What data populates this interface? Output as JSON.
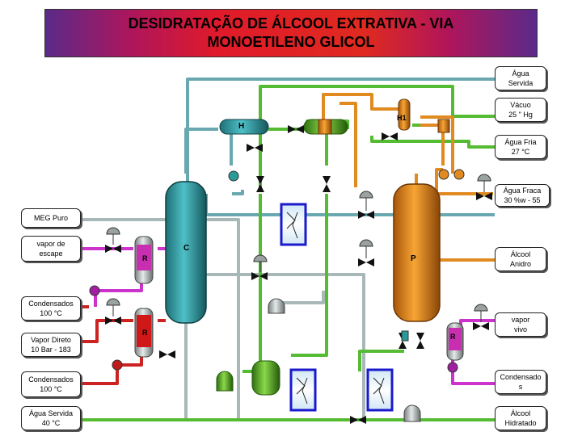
{
  "title": {
    "line1": "DESIDRATAÇÃO DE ÁLCOOL EXTRATIVA - VIA",
    "line2": "MONOETILENO GLICOL"
  },
  "left_streams": [
    {
      "id": "meg",
      "line1": "MEG Puro",
      "line2": ""
    },
    {
      "id": "vapor-escape",
      "line1": "vapor de",
      "line2": "escape"
    },
    {
      "id": "condensados-1",
      "line1": "Condensados",
      "line2": "100 °C"
    },
    {
      "id": "vapor-direto",
      "line1": "Vapor Direto",
      "line2": "10 Bar - 183"
    },
    {
      "id": "condensados-2",
      "line1": "Condensados",
      "line2": "100 °C"
    },
    {
      "id": "agua-servida-left",
      "line1": "Água Servida",
      "line2": "40 °C"
    }
  ],
  "right_streams": [
    {
      "id": "agua-servida-right",
      "line1": "Água",
      "line2": "Servida"
    },
    {
      "id": "vacuo",
      "line1": "Vácuo",
      "line2": "25 \" Hg"
    },
    {
      "id": "agua-fria",
      "line1": "Água Fria",
      "line2": "27 °C"
    },
    {
      "id": "agua-fraca",
      "line1": "Água Fraca",
      "line2": "30 %w - 55"
    },
    {
      "id": "alcool-anidro",
      "line1": "Álcool",
      "line2": "Anidro"
    },
    {
      "id": "vapor-vivo",
      "line1": "vapor",
      "line2": "vivo"
    },
    {
      "id": "condensados-right",
      "line1": "Condensado",
      "line2": "s"
    },
    {
      "id": "alcool-hidratado",
      "line1": "Álcool",
      "line2": "Hidratado"
    }
  ],
  "equipment_labels": {
    "h": "H",
    "c": "C",
    "p": "P",
    "r1": "R",
    "r2": "R",
    "r3": "R",
    "h1": "H1"
  },
  "colors": {
    "cooling_water": "#6aa8b0",
    "meg": "#a8b8b8",
    "steam_vapor": "#cc33cc",
    "condensate": "#cc2222",
    "hydrated_feed": "#55bb33",
    "alcohol": "#e08a20",
    "column_c": "#2a9a9a",
    "column_p": "#e88a10"
  }
}
